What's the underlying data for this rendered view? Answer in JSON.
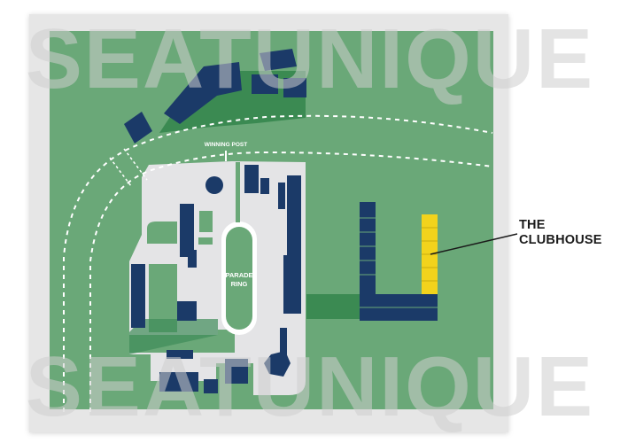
{
  "map": {
    "winning_post_label": "WINNING POST",
    "parade_ring_label_line1": "PARADE",
    "parade_ring_label_line2": "RING",
    "highlight_label_line1": "THE",
    "highlight_label_line2": "CLUBHOUSE",
    "highlighted_area": "The Clubhouse"
  },
  "watermark": "SEATUNIQUE",
  "colors": {
    "grass": "#6aa878",
    "dark_grass": "#3b8a52",
    "enclosure": "#e4e4e6",
    "building": "#1b3a68",
    "highlight": "#f2d31c",
    "frame": "#e2e2e2",
    "callout_text": "#1a1a1a"
  }
}
